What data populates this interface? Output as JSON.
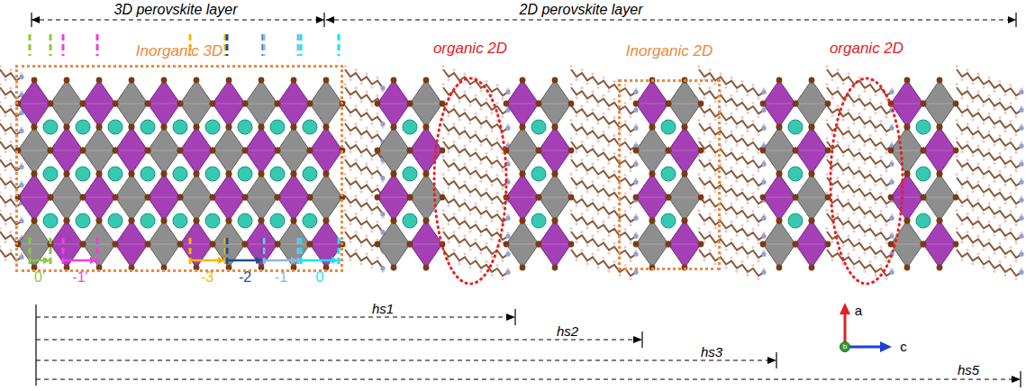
{
  "diagram": {
    "nodes": [
      {
        "text": [
          "Inorganic 3D"
        ]
      },
      {
        "text": [
          "organic 2D"
        ]
      },
      {
        "text": [
          "Inorganic 2D"
        ]
      },
      {
        "text": [
          "organic 2D"
        ]
      }
    ],
    "labels": [
      "3D perovskite layer",
      "2D perovskite layer",
      "0'",
      "-1'",
      "-3",
      "-2",
      "-1",
      "0",
      "hs1",
      "hs2",
      "hs3",
      "hs5",
      "a",
      "b",
      "c"
    ]
  }
}
